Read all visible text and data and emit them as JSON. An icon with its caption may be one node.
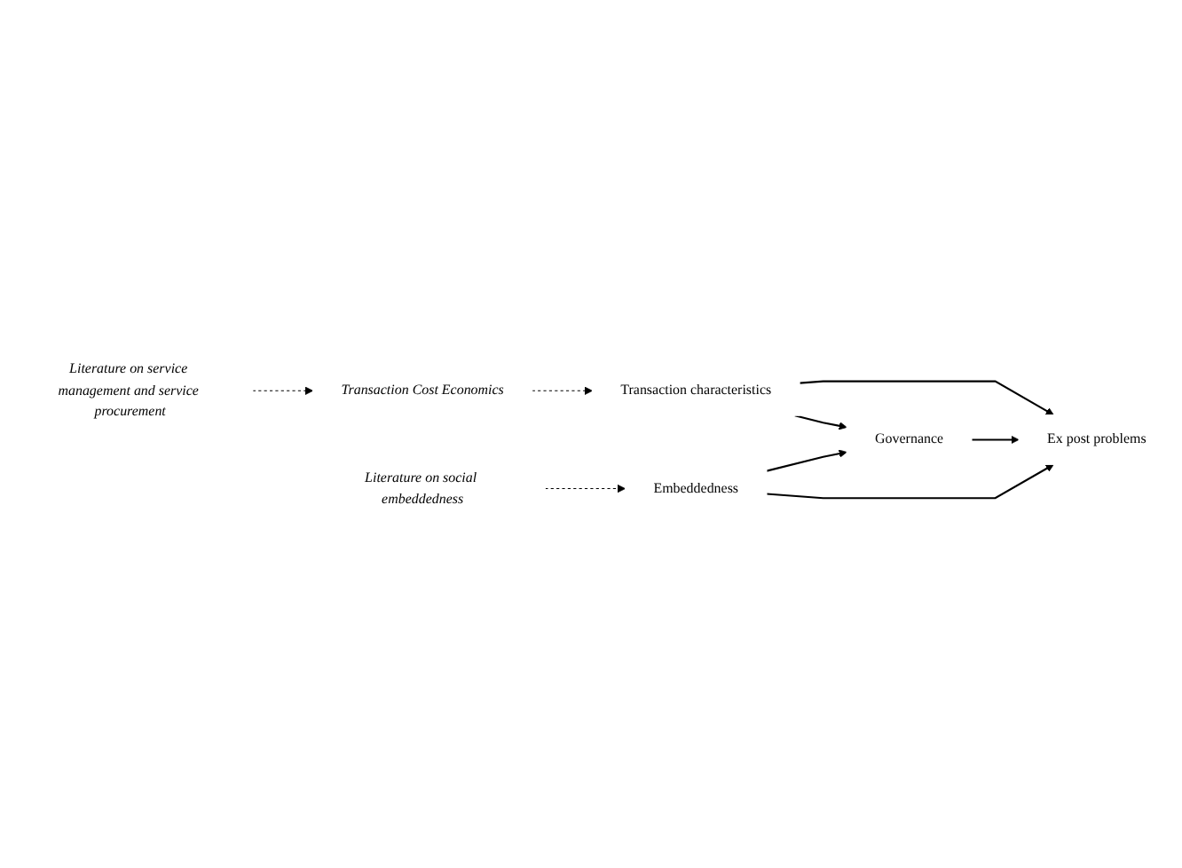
{
  "diagram": {
    "nodes": [
      {
        "text": [
          "Literature on service management and service procurement"
        ]
      },
      {
        "text": [
          "Transaction Cost Economics"
        ]
      },
      {
        "text": [
          "Transaction characteristics"
        ]
      },
      {
        "text": [
          "Governance"
        ]
      },
      {
        "text": [
          "Ex post problems"
        ]
      },
      {
        "text": [
          "Embeddedness"
        ]
      },
      {
        "text": [
          "Literature on social embeddedness"
        ]
      }
    ],
    "edges": [
      {
        "from": 0,
        "to": 1,
        "arrow": "to",
        "style": "dashed"
      },
      {
        "from": 1,
        "to": 2,
        "arrow": "to",
        "style": "dashed"
      },
      {
        "from": 2,
        "to": 4,
        "arrow": "to"
      },
      {
        "from": 2,
        "to": 3,
        "arrow": "to"
      },
      {
        "from": 3,
        "to": 4,
        "arrow": "to"
      },
      {
        "from": 5,
        "to": 3,
        "arrow": "to"
      },
      {
        "from": 5,
        "to": 4,
        "arrow": "to"
      },
      {
        "from": 6,
        "to": 5,
        "arrow": "to",
        "style": "dashed"
      }
    ]
  }
}
